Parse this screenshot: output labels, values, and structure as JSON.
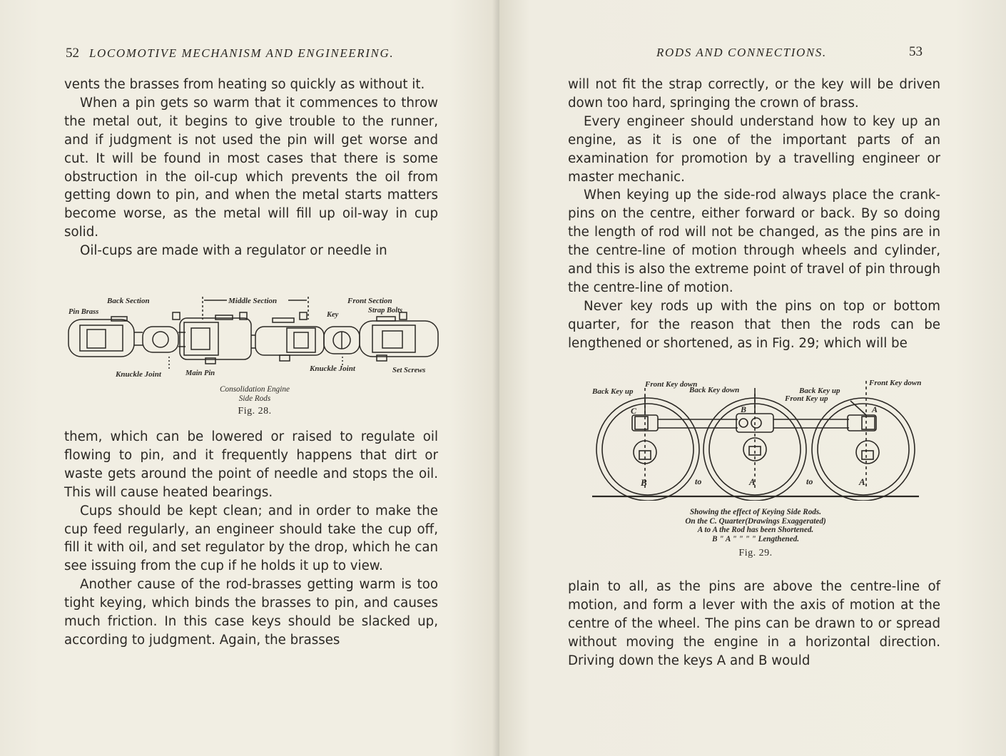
{
  "left_page": {
    "page_number": "52",
    "running_head": "LOCOMOTIVE MECHANISM AND ENGINEERING.",
    "block1": [
      "vents the brasses from heating so quickly as without it.",
      "When a pin gets so warm that it commences to throw the metal out, it begins to give trouble to the runner, and if judgment is not used the pin will get worse and cut. It will be found in most cases that there is some obstruction in the oil-cup which prevents the oil from getting down to pin, and when the metal starts matters become worse, as the metal will fill up oil-way in cup solid.",
      "Oil-cups are made with a regulator or needle in"
    ],
    "figure": {
      "labels": {
        "back_section": "Back Section",
        "middle_section": "Middle Section",
        "front_section": "Front Section",
        "pin_brass": "Pin Brass",
        "key": "Key",
        "strap_bolts": "Strap Bolts",
        "knuckle_joint_1": "Knuckle Joint",
        "main_pin": "Main Pin",
        "knuckle_joint_2": "Knuckle Joint",
        "set_screws": "Set Screws"
      },
      "caption_line1": "Consolidation Engine",
      "caption_line2": "Side Rods",
      "fig_label": "Fig. 28."
    },
    "block2": [
      "them, which can be lowered or raised to regulate oil flowing to pin, and it frequently happens that dirt or waste gets around the point of needle and stops the oil. This will cause heated bearings.",
      "Cups should be kept clean; and in order to make the cup feed regularly, an engineer should take the cup off, fill it with oil, and set regulator by the drop, which he can see issuing from the cup if he holds it up to view.",
      "Another cause of the rod-brasses getting warm is too tight keying, which binds the brasses to pin, and causes much friction. In this case keys should be slacked up, according to judgment. Again, the brasses"
    ]
  },
  "right_page": {
    "page_number": "53",
    "running_head": "RODS AND CONNECTIONS.",
    "block1": [
      "will not fit the strap correctly, or the key will be driven down too hard, springing the crown of brass.",
      "Every engineer should understand how to key up an engine, as it is one of the important parts of an examination for promotion by a travelling engineer or master mechanic.",
      "When keying up the side-rod always place the crank-pins on the centre, either forward or back. By so doing the length of rod will not be changed, as the pins are in the centre-line of motion through wheels and cylinder, and this is also the extreme point of travel of pin through the centre-line of motion.",
      "Never key rods up with the pins on top or bottom quarter, for the reason that then the rods can be lengthened or shortened, as in Fig. 29; which will be"
    ],
    "figure": {
      "labels": {
        "back_key_up_1": "Back Key up",
        "front_key_down_1": "Front Key down",
        "back_key_down": "Back Key down",
        "back_key_up_2": "Back Key up",
        "front_key_up": "Front Key up",
        "front_key_down_2": "Front Key down",
        "c": "C",
        "b_top": "B",
        "a_top": "A",
        "b_bottom": "B",
        "to_1": "to",
        "a_bottom_1": "A",
        "to_2": "to",
        "a_bottom_2": "A"
      },
      "caption_lines": [
        "Showing the effect of Keying Side Rods.",
        "On the C. Quarter(Drawings Exaggerated)",
        "A to A the Rod has been Shortened.",
        "B \" A \"   \"   \"   \" Lengthened."
      ],
      "fig_label": "Fig. 29."
    },
    "block2": [
      "plain to all, as the pins are above the centre-line of motion, and form a lever with the axis of motion at the centre of the wheel. The pins can be drawn to or spread without moving the engine in a horizontal direction. Driving down the keys A and B would"
    ]
  }
}
